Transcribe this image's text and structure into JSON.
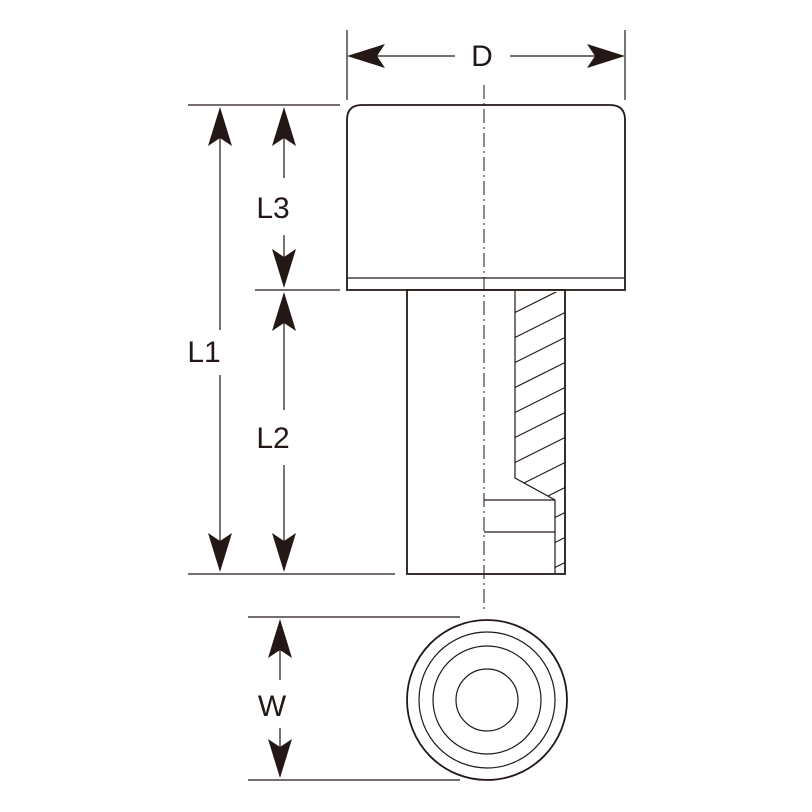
{
  "dimensions": {
    "D": "D",
    "L1": "L1",
    "L2": "L2",
    "L3": "L3",
    "W": "W"
  },
  "colors": {
    "line": "#231815",
    "background": "#ffffff"
  }
}
